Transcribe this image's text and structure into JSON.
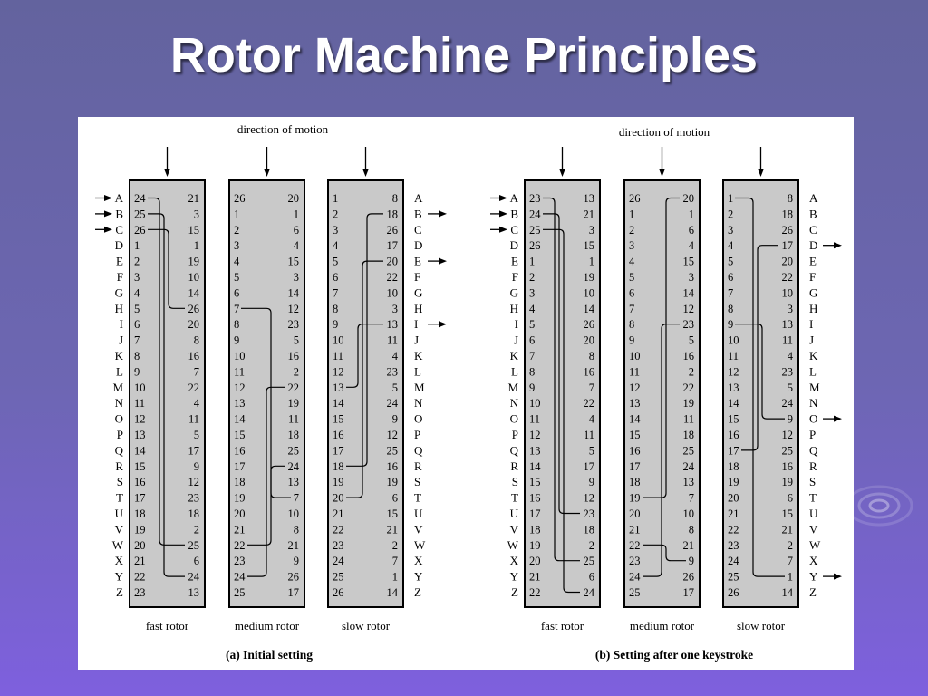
{
  "slide": {
    "title": "Rotor Machine Principles",
    "background": "#6a64a8",
    "title_color": "#ffffff"
  },
  "figure": {
    "letters": [
      "A",
      "B",
      "C",
      "D",
      "E",
      "F",
      "G",
      "H",
      "I",
      "J",
      "K",
      "L",
      "M",
      "N",
      "O",
      "P",
      "Q",
      "R",
      "S",
      "T",
      "U",
      "V",
      "W",
      "X",
      "Y",
      "Z"
    ],
    "rotor_labels": [
      "fast rotor",
      "medium rotor",
      "slow rotor"
    ],
    "direction_label": "direction of motion",
    "rotor_fill": "#c9c9c9",
    "panels": [
      {
        "caption": "(a) Initial setting",
        "input_arrows": [
          "A",
          "B",
          "C"
        ],
        "output_arrows": [
          "B",
          "E",
          "I"
        ],
        "rotors": [
          {
            "left": [
              24,
              25,
              26,
              1,
              2,
              3,
              4,
              5,
              6,
              7,
              8,
              9,
              10,
              11,
              12,
              13,
              14,
              15,
              16,
              17,
              18,
              19,
              20,
              21,
              22,
              23
            ],
            "right": [
              21,
              3,
              15,
              1,
              19,
              10,
              14,
              26,
              20,
              8,
              16,
              7,
              22,
              4,
              11,
              5,
              17,
              9,
              12,
              23,
              18,
              2,
              25,
              6,
              24,
              13
            ],
            "wires": [
              [
                0,
                22
              ],
              [
                1,
                24
              ],
              [
                2,
                7
              ]
            ]
          },
          {
            "left": [
              26,
              1,
              2,
              3,
              4,
              5,
              6,
              7,
              8,
              9,
              10,
              11,
              12,
              13,
              14,
              15,
              16,
              17,
              18,
              19,
              20,
              21,
              22,
              23,
              24,
              25
            ],
            "right": [
              20,
              1,
              6,
              4,
              15,
              3,
              14,
              12,
              23,
              5,
              16,
              2,
              22,
              19,
              11,
              18,
              25,
              24,
              13,
              7,
              10,
              8,
              21,
              9,
              26,
              17
            ],
            "wires": [
              [
                7,
                19
              ],
              [
                24,
                12
              ],
              [
                22,
                17
              ]
            ]
          },
          {
            "left": [
              1,
              2,
              3,
              4,
              5,
              6,
              7,
              8,
              9,
              10,
              11,
              12,
              13,
              14,
              15,
              16,
              17,
              18,
              19,
              20,
              21,
              22,
              23,
              24,
              25,
              26
            ],
            "right": [
              8,
              18,
              26,
              17,
              20,
              22,
              10,
              3,
              13,
              11,
              4,
              23,
              5,
              24,
              9,
              12,
              25,
              16,
              19,
              6,
              15,
              21,
              2,
              7,
              1,
              14
            ],
            "wires": [
              [
                17,
                1
              ],
              [
                12,
                8
              ],
              [
                19,
                4
              ]
            ]
          }
        ]
      },
      {
        "caption": "(b) Setting after one keystroke",
        "input_arrows": [
          "A",
          "B",
          "C"
        ],
        "output_arrows": [
          "D",
          "O",
          "Y"
        ],
        "rotors": [
          {
            "left": [
              23,
              24,
              25,
              26,
              1,
              2,
              3,
              4,
              5,
              6,
              7,
              8,
              9,
              10,
              11,
              12,
              13,
              14,
              15,
              16,
              17,
              18,
              19,
              20,
              21,
              22
            ],
            "right": [
              13,
              21,
              3,
              15,
              1,
              19,
              10,
              14,
              26,
              20,
              8,
              16,
              7,
              22,
              4,
              11,
              5,
              17,
              9,
              12,
              23,
              18,
              2,
              25,
              6,
              24
            ],
            "wires": [
              [
                0,
                23
              ],
              [
                1,
                20
              ],
              [
                2,
                25
              ]
            ]
          },
          {
            "left": [
              26,
              1,
              2,
              3,
              4,
              5,
              6,
              7,
              8,
              9,
              10,
              11,
              12,
              13,
              14,
              15,
              16,
              17,
              18,
              19,
              20,
              21,
              22,
              23,
              24,
              25
            ],
            "right": [
              20,
              1,
              6,
              4,
              15,
              3,
              14,
              12,
              23,
              5,
              16,
              2,
              22,
              19,
              11,
              18,
              25,
              24,
              13,
              7,
              10,
              8,
              21,
              9,
              26,
              17
            ],
            "wires": [
              [
                19,
                0
              ],
              [
                22,
                23
              ],
              [
                24,
                8
              ]
            ]
          },
          {
            "left": [
              1,
              2,
              3,
              4,
              5,
              6,
              7,
              8,
              9,
              10,
              11,
              12,
              13,
              14,
              15,
              16,
              17,
              18,
              19,
              20,
              21,
              22,
              23,
              24,
              25,
              26
            ],
            "right": [
              8,
              18,
              26,
              17,
              20,
              22,
              10,
              3,
              13,
              11,
              4,
              23,
              5,
              24,
              9,
              12,
              25,
              16,
              19,
              6,
              15,
              21,
              2,
              7,
              1,
              14
            ],
            "wires": [
              [
                8,
                14
              ],
              [
                0,
                24
              ],
              [
                16,
                3
              ]
            ]
          }
        ]
      }
    ]
  }
}
